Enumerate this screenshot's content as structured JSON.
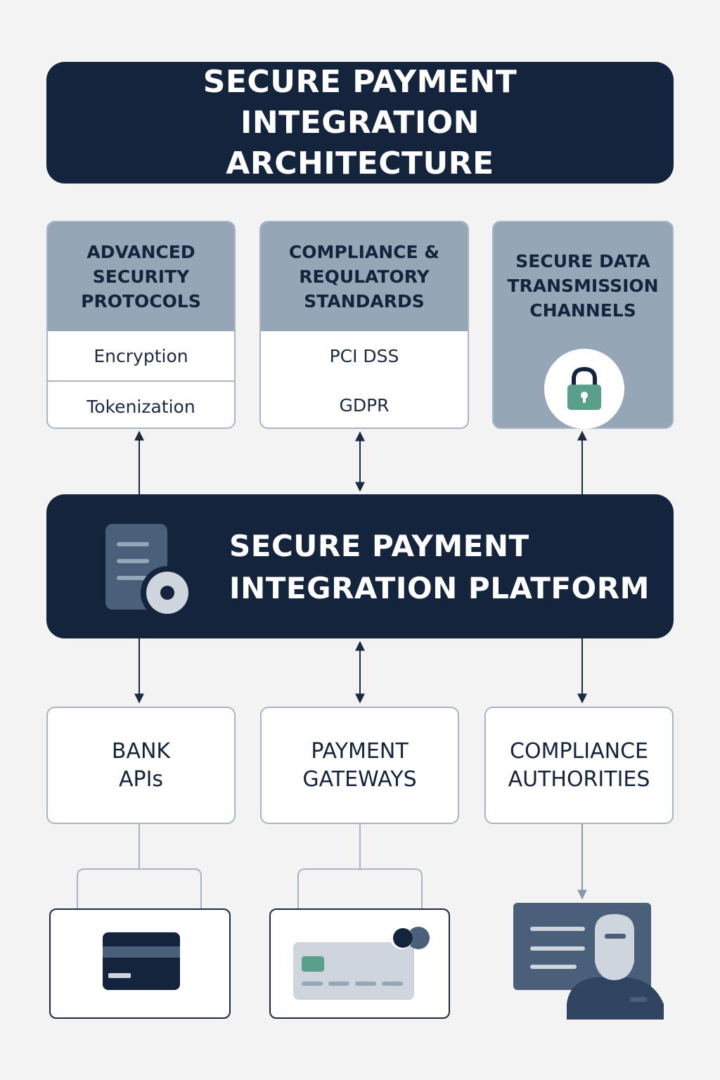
{
  "title": {
    "line1": "SECURE PAYMENT INTEGRATION",
    "line2": "ARCHITECTURE"
  },
  "cards": {
    "security": {
      "heading": [
        "ADVANCED",
        "SECURITY",
        "PROTOCOLS"
      ],
      "items": [
        "Encryption",
        "Tokenization"
      ]
    },
    "compliance": {
      "heading": [
        "COMPLIANCE &",
        "REQULATORY",
        "STANDARDS"
      ],
      "items": [
        "PCI DSS",
        "GDPR"
      ]
    },
    "transmission": {
      "heading": [
        "SECURE DATA",
        "TRANSMISSION",
        "CHANNELS"
      ],
      "icon": "padlock-icon"
    }
  },
  "platform": {
    "line1": "SECURE PAYMENT",
    "line2": "INTEGRATION PLATFORM",
    "icon": "document-gear-icon"
  },
  "bottom": {
    "bank": [
      "BANK",
      "APIs"
    ],
    "gateways": [
      "PAYMENT",
      "GATEWAYS"
    ],
    "authorities": [
      "COMPLIANCE",
      "AUTHORITIES"
    ]
  },
  "icons": {
    "bank": "credit-card-icon",
    "gateway": "payment-card-icon",
    "authority": "id-badge-icon"
  },
  "colors": {
    "navy": "#14243c",
    "slate": "#97a6b6",
    "teal": "#5a9e8c",
    "background": "#f3f3f4"
  }
}
